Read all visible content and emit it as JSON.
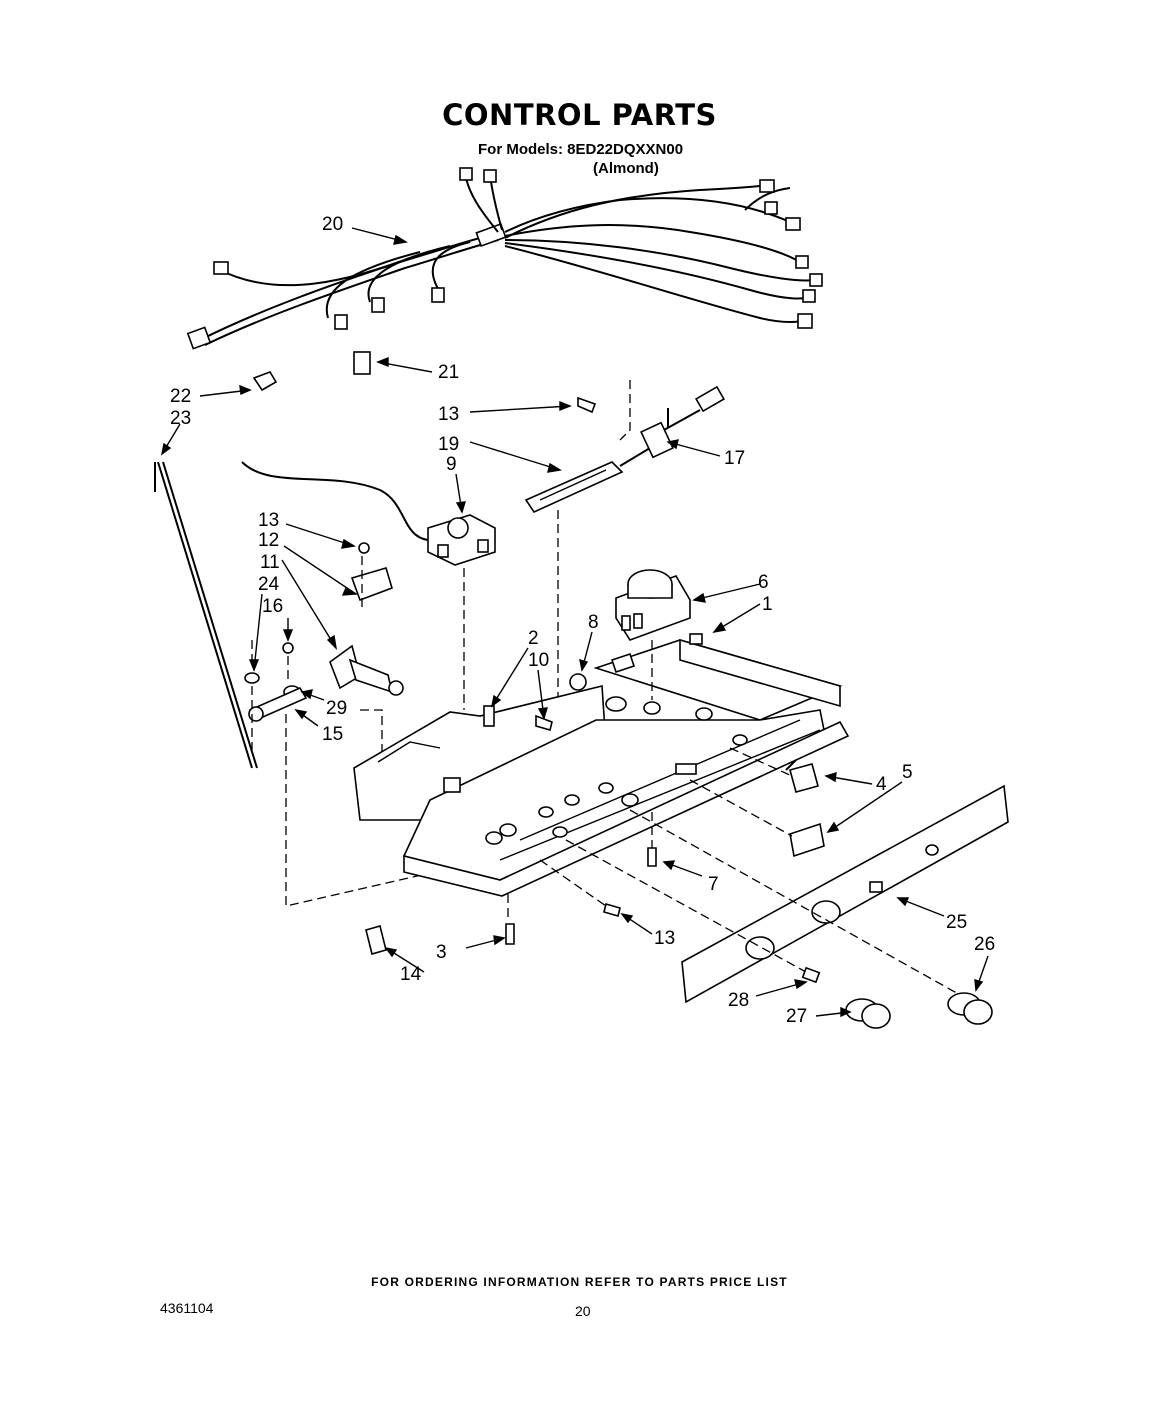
{
  "title": "CONTROL PARTS",
  "subtitle": "For Models: 8ED22DQXXN00",
  "variant": "(Almond)",
  "footer_note": "FOR ORDERING INFORMATION REFER TO PARTS PRICE LIST",
  "part_number": "4361104",
  "page_number": "20",
  "callouts": [
    "20",
    "21",
    "22",
    "23",
    "13",
    "19",
    "17",
    "9",
    "13",
    "12",
    "11",
    "24",
    "16",
    "29",
    "15",
    "2",
    "10",
    "8",
    "6",
    "1",
    "4",
    "5",
    "7",
    "13",
    "3",
    "14",
    "25",
    "26",
    "28",
    "27"
  ]
}
